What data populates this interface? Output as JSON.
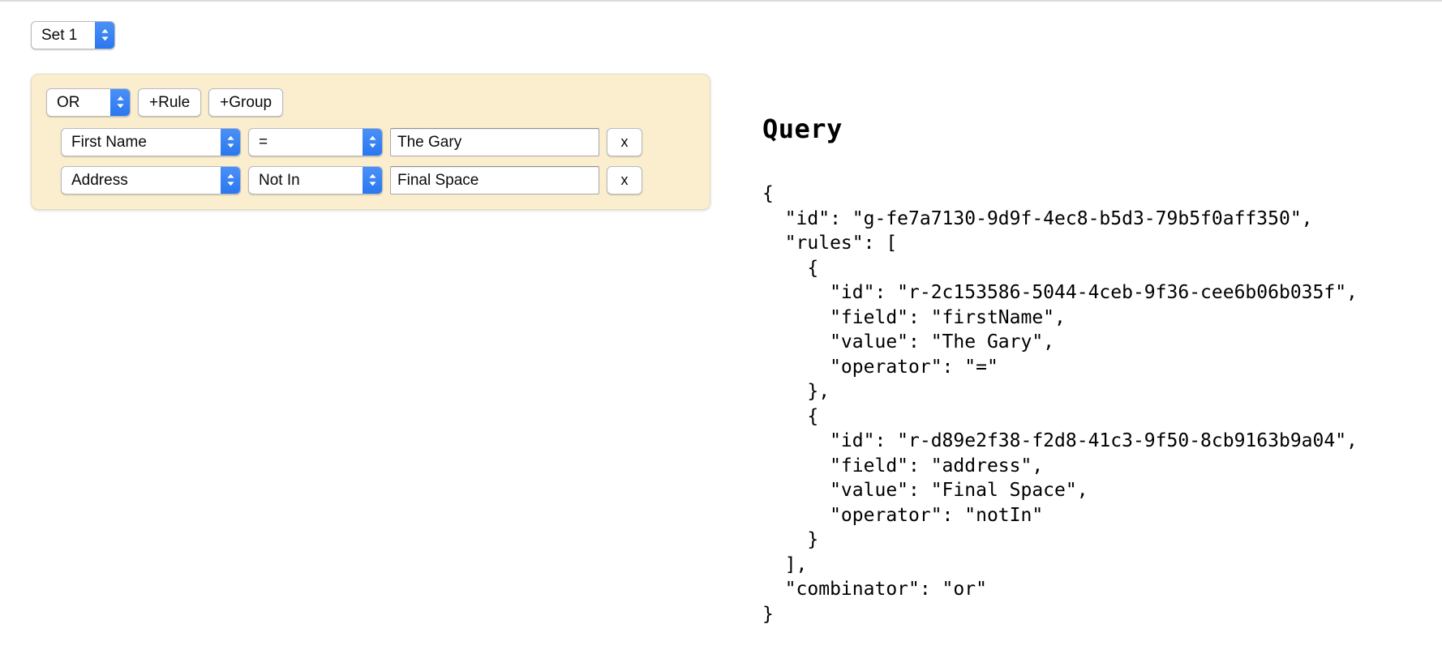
{
  "set_selector": {
    "value": "Set 1",
    "icon": "updown-stepper-icon"
  },
  "query_builder": {
    "combinator": {
      "value": "OR",
      "icon": "updown-stepper-icon"
    },
    "add_rule_label": "+Rule",
    "add_group_label": "+Group",
    "remove_label": "x",
    "rules": [
      {
        "field": "First Name",
        "operator": "=",
        "value": "The Gary",
        "value_placeholder": ""
      },
      {
        "field": "Address",
        "operator": "Not In",
        "value": "Final Space",
        "value_placeholder": ""
      }
    ]
  },
  "query_panel": {
    "title": "Query",
    "json_text": "{\n  \"id\": \"g-fe7a7130-9d9f-4ec8-b5d3-79b5f0aff350\",\n  \"rules\": [\n    {\n      \"id\": \"r-2c153586-5044-4ceb-9f36-cee6b06b035f\",\n      \"field\": \"firstName\",\n      \"value\": \"The Gary\",\n      \"operator\": \"=\"\n    },\n    {\n      \"id\": \"r-d89e2f38-f2d8-41c3-9f50-8cb9163b9a04\",\n      \"field\": \"address\",\n      \"value\": \"Final Space\",\n      \"operator\": \"notIn\"\n    }\n  ],\n  \"combinator\": \"or\"\n}",
    "query_object": {
      "id": "g-fe7a7130-9d9f-4ec8-b5d3-79b5f0aff350",
      "combinator": "or",
      "rules": [
        {
          "id": "r-2c153586-5044-4ceb-9f36-cee6b06b035f",
          "field": "firstName",
          "value": "The Gary",
          "operator": "="
        },
        {
          "id": "r-d89e2f38-f2d8-41c3-9f50-8cb9163b9a04",
          "field": "address",
          "value": "Final Space",
          "operator": "notIn"
        }
      ]
    }
  },
  "colors": {
    "panel_background": "#faeecf",
    "panel_border": "#e6dbbf",
    "stepper_blue": "#2a77ef",
    "page_background": "#ffffff",
    "text": "#000000"
  }
}
